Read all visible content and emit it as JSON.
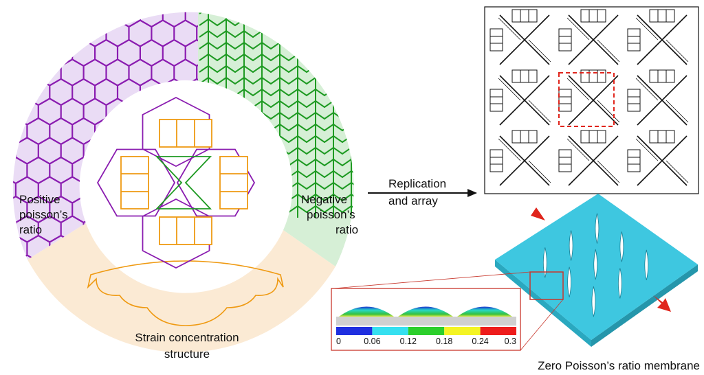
{
  "labels": {
    "positive": [
      "Positive",
      "poisson’s",
      "ratio"
    ],
    "negative": [
      "Negative",
      "poisson’s",
      "ratio"
    ],
    "strain": [
      "Strain concentration",
      "structure"
    ],
    "replication": [
      "Replication",
      "and array"
    ],
    "membrane": "Zero Poisson’s ratio membrane"
  },
  "colorbar": {
    "ticks": [
      "0",
      "0.06",
      "0.12",
      "0.18",
      "0.24",
      "0.3"
    ],
    "colors": [
      "#1f2fe0",
      "#35e0f0",
      "#2ccf2c",
      "#f4f424",
      "#ee1c1c"
    ]
  },
  "colors": {
    "purple": "#8a1cb0",
    "green": "#1e9a22",
    "orange": "#ef9a12",
    "purple_bg": "#eadcf5",
    "green_bg": "#d6efd6",
    "orange_bg": "#fbead4",
    "membrane": "#3ec7e0",
    "arrow_red": "#e0251c",
    "dash_red": "#e0251c"
  }
}
